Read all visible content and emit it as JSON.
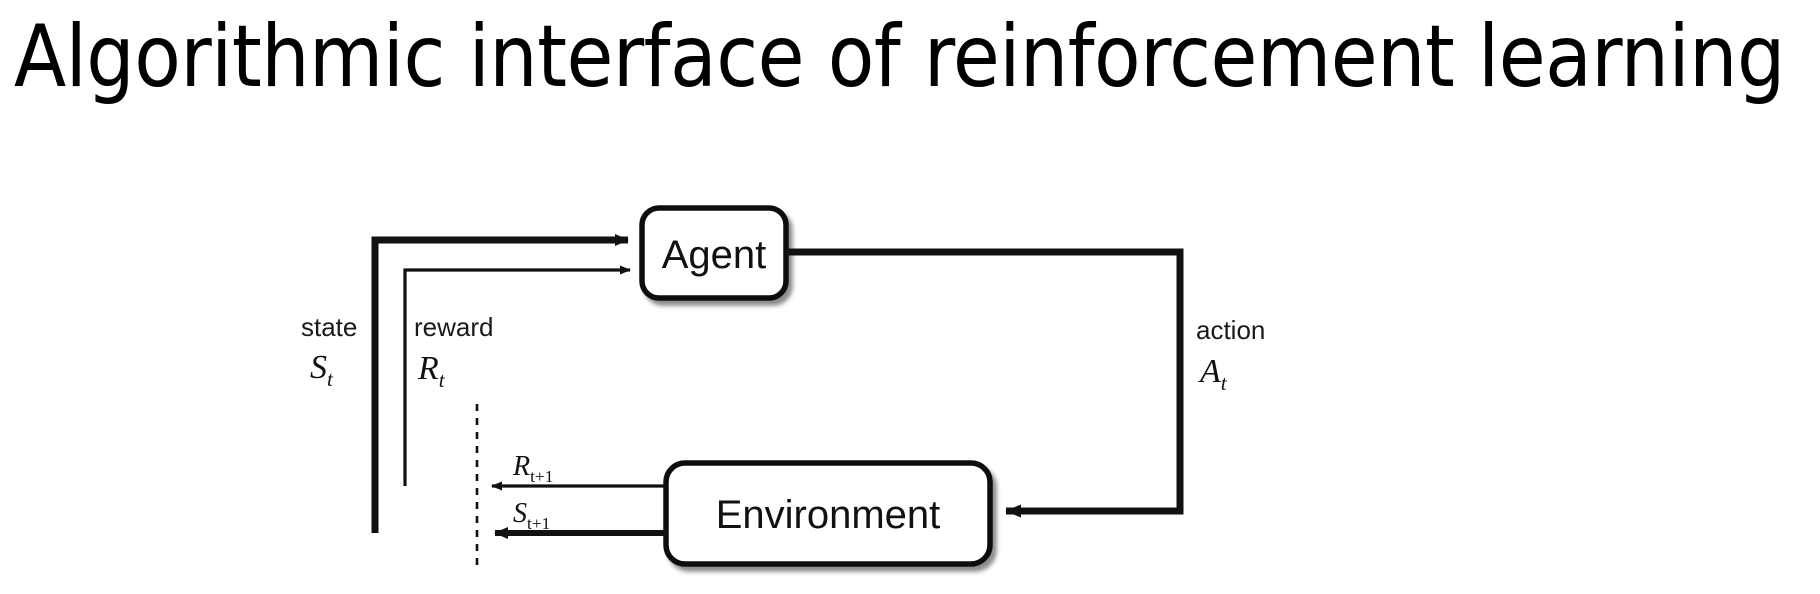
{
  "slide": {
    "title": "Algorithmic interface of reinforcement learning",
    "background_color": "#ffffff",
    "ink_color": "#000000"
  },
  "diagram": {
    "type": "agent-environment-interaction-loop",
    "nodes": [
      {
        "id": "agent",
        "label": "Agent"
      },
      {
        "id": "environment",
        "label": "Environment"
      }
    ],
    "edges": [
      {
        "id": "state-to-agent",
        "from": "environment",
        "to": "agent",
        "signal": "state",
        "symbol": "S",
        "subscript": "t"
      },
      {
        "id": "reward-to-agent",
        "from": "environment",
        "to": "agent",
        "signal": "reward",
        "symbol": "R",
        "subscript": "t"
      },
      {
        "id": "action-to-environment",
        "from": "agent",
        "to": "environment",
        "signal": "action",
        "symbol": "A",
        "subscript": "t"
      },
      {
        "id": "next-reward",
        "from": "environment",
        "to": "boundary",
        "symbol": "R",
        "subscript": "t+1"
      },
      {
        "id": "next-state",
        "from": "environment",
        "to": "boundary",
        "symbol": "S",
        "subscript": "t+1"
      }
    ],
    "labels": {
      "state": "state",
      "reward": "reward",
      "action": "action",
      "state_symbol": "S",
      "state_sub": "t",
      "reward_symbol": "R",
      "reward_sub": "t",
      "action_symbol": "A",
      "action_sub": "t",
      "next_reward_symbol": "R",
      "next_reward_sub": "t+1",
      "next_state_symbol": "S",
      "next_state_sub": "t+1"
    },
    "boundary": {
      "style": "dashed-vertical",
      "meaning": "agent-environment boundary"
    }
  }
}
